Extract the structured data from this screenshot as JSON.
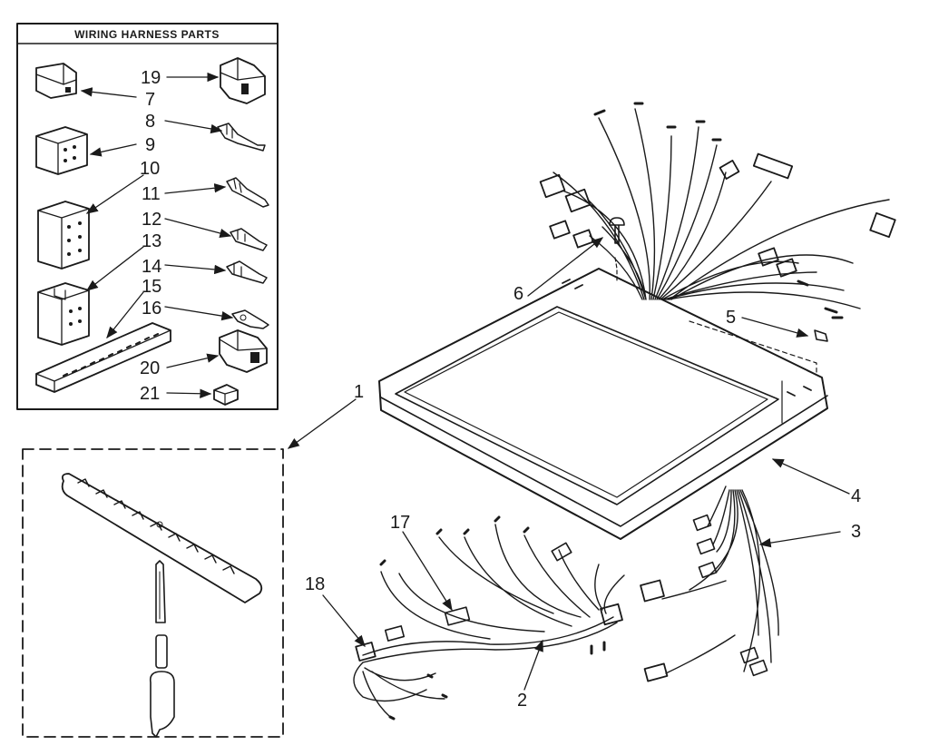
{
  "inset": {
    "title": "WIRING HARNESS PARTS",
    "callouts": [
      "19",
      "7",
      "8",
      "9",
      "10",
      "11",
      "12",
      "13",
      "14",
      "15",
      "16",
      "20",
      "21"
    ]
  },
  "main": {
    "callouts": [
      "1",
      "2",
      "3",
      "4",
      "5",
      "6",
      "17",
      "18"
    ]
  },
  "colors": {
    "ink": "#1a1a1a",
    "paper": "#ffffff"
  }
}
